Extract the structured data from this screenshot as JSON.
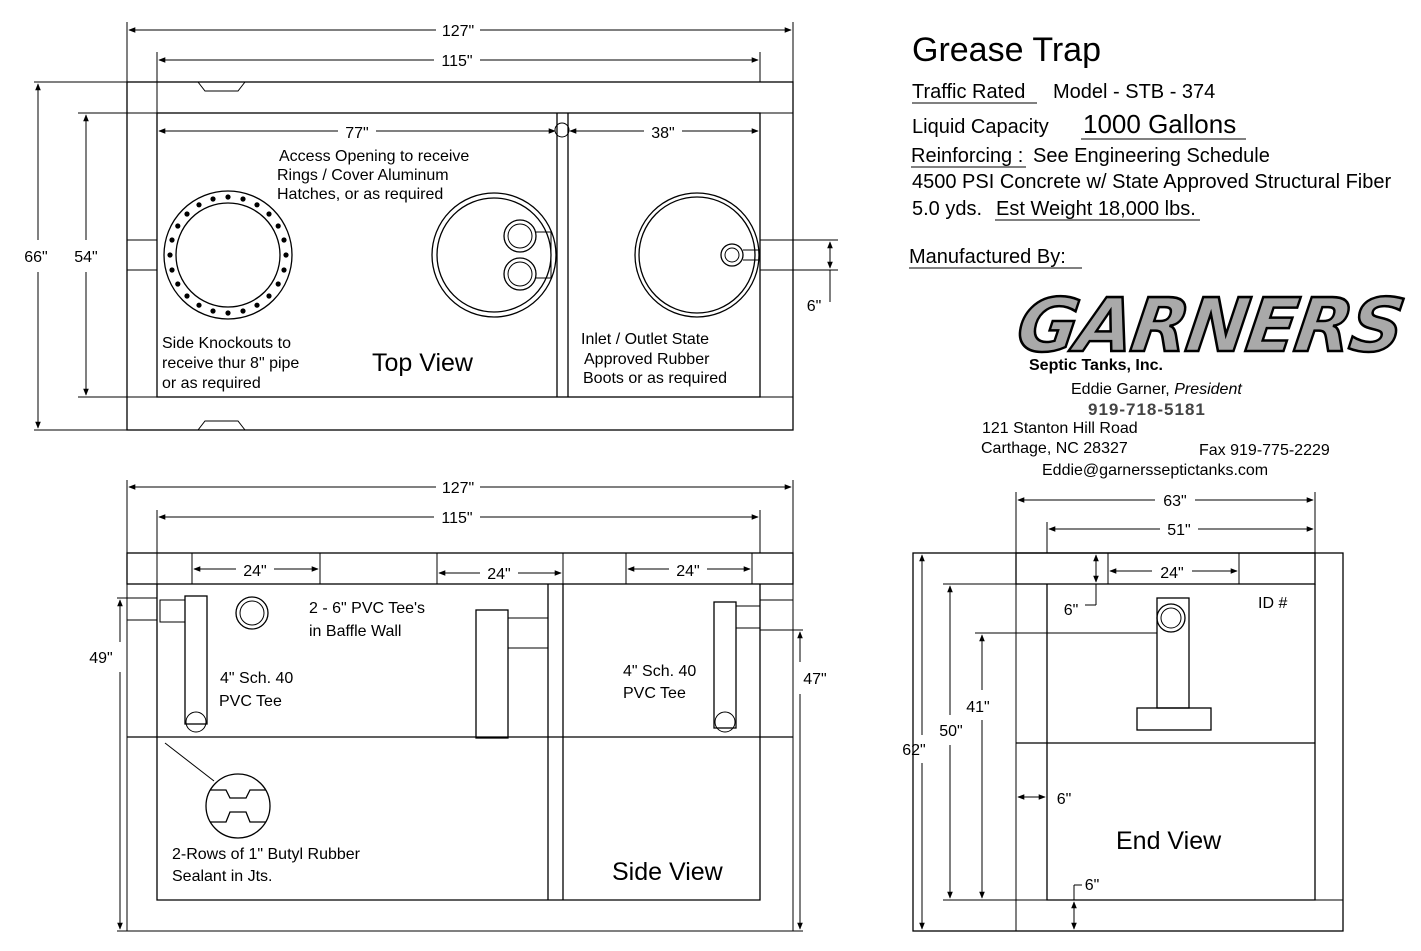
{
  "header": {
    "title": "Grease Trap",
    "traffic_rated": "Traffic Rated",
    "model": "Model - STB - 374",
    "liquid_capacity_label": "Liquid Capacity",
    "liquid_capacity_value": "1000 Gallons",
    "reinforcing_label": "Reinforcing :",
    "reinforcing_value": "See Engineering Schedule",
    "concrete": "4500 PSI Concrete w/ State Approved Structural Fiber",
    "volume": "5.0 yds.",
    "weight": "Est Weight 18,000 lbs.",
    "manufactured_by": "Manufactured By:"
  },
  "company": {
    "logo_text": "GARNERS",
    "subtitle": "Septic Tanks, Inc.",
    "contact_name": "Eddie Garner,",
    "contact_title": "President",
    "phone": "919-718-5181",
    "street": "121 Stanton Hill Road",
    "city": "Carthage, NC 28327",
    "fax": "Fax 919-775-2229",
    "email": "Eddie@garnersseptictanks.com"
  },
  "top_view": {
    "label": "Top View",
    "dim_overall_length": "127\"",
    "dim_inner_length": "115\"",
    "dim_chamber_1": "77\"",
    "dim_chamber_2": "38\"",
    "dim_overall_width": "66\"",
    "dim_inner_width": "54\"",
    "dim_pipe_drop": "6\"",
    "note_access": [
      "Access Opening to receive",
      "Rings / Cover Aluminum",
      "Hatches, or as required"
    ],
    "note_knockouts": [
      "Side Knockouts to",
      "receive thur 8\" pipe",
      "or as required"
    ],
    "note_boots": [
      "Inlet / Outlet State",
      "Approved Rubber",
      "Boots or as required"
    ]
  },
  "side_view": {
    "label": "Side View",
    "dim_overall_length": "127\"",
    "dim_inner_length": "115\"",
    "dim_opening_1": "24\"",
    "dim_opening_2": "24\"",
    "dim_opening_3": "24\"",
    "dim_left_height": "49\"",
    "dim_right_height": "47\"",
    "note_baffle": [
      "2 - 6\" PVC Tee's",
      "in Baffle Wall"
    ],
    "note_tee_left": [
      "4\" Sch. 40",
      "PVC Tee"
    ],
    "note_tee_right": [
      "4\" Sch. 40",
      "PVC Tee"
    ],
    "note_sealant": [
      "2-Rows of 1\" Butyl Rubber",
      "Sealant in Jts."
    ]
  },
  "end_view": {
    "label": "End View",
    "dim_overall_width": "63\"",
    "dim_inner_width": "51\"",
    "dim_opening": "24\"",
    "dim_top_thickness": "6\"",
    "dim_wall": "6\"",
    "dim_floor": "6\"",
    "dim_pipe_height": "41\"",
    "dim_inner_height": "50\"",
    "dim_overall_height": "62\"",
    "id_label": "ID #"
  }
}
